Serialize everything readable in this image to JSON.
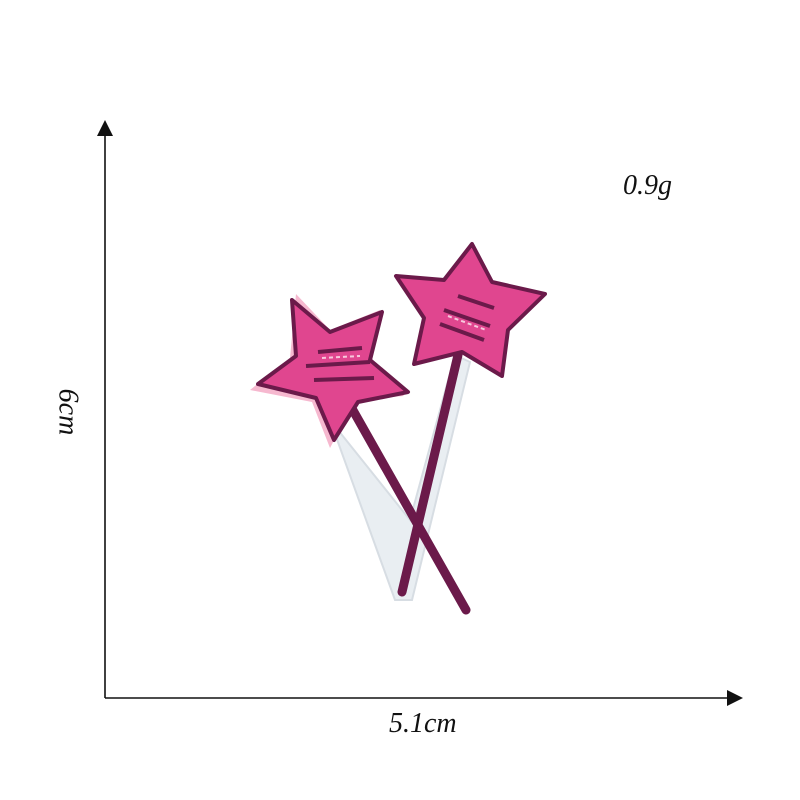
{
  "labels": {
    "weight": "0.9g",
    "width": "5.1cm",
    "height": "6cm"
  },
  "colors": {
    "star_fill": "#e0468f",
    "star_outline": "#6b1a4a",
    "stick": "#6b1a4a",
    "backing": "#e9eef2",
    "stitch": "#f7c9dd",
    "shadow": "#f6b8cf",
    "axis": "#111111"
  },
  "icons": {
    "product": "star-wand-patch-icon"
  }
}
